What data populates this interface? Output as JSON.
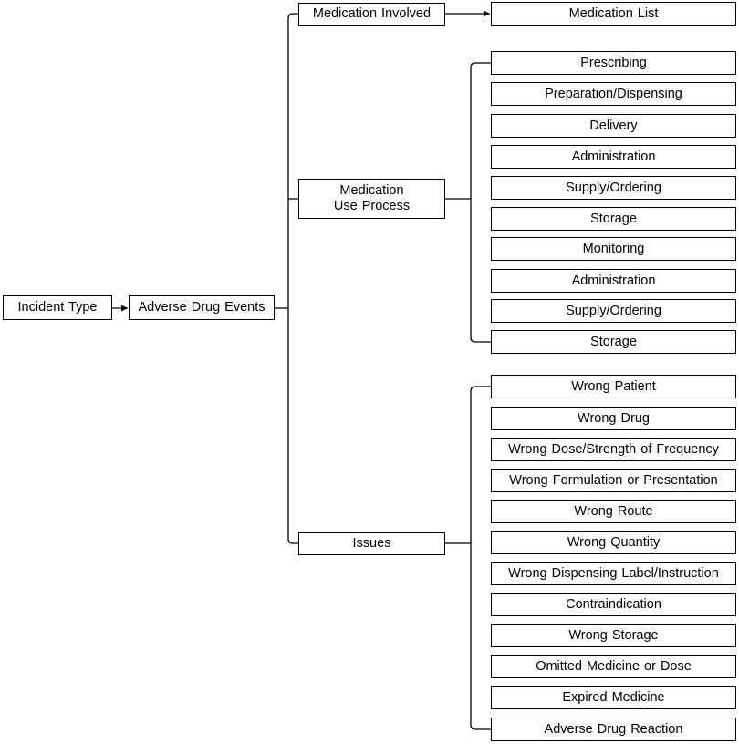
{
  "root": {
    "label": "Incident Type"
  },
  "main": {
    "label": "Adverse Drug Events"
  },
  "categories": [
    {
      "label": "Medication Involved",
      "items": [
        "Medication List"
      ]
    },
    {
      "label": "Medication\nUse Process",
      "items": [
        "Prescribing",
        "Preparation/Dispensing",
        "Delivery",
        "Administration",
        "Supply/Ordering",
        "Storage",
        "Monitoring",
        "Administration",
        "Supply/Ordering",
        "Storage"
      ]
    },
    {
      "label": "Issues",
      "items": [
        "Wrong Patient",
        "Wrong Drug",
        "Wrong Dose/Strength of Frequency",
        "Wrong Formulation or Presentation",
        "Wrong Route",
        "Wrong Quantity",
        "Wrong Dispensing Label/Instruction",
        "Contraindication",
        "Wrong Storage",
        "Omitted Medicine or Dose",
        "Expired Medicine",
        "Adverse Drug Reaction"
      ]
    }
  ]
}
